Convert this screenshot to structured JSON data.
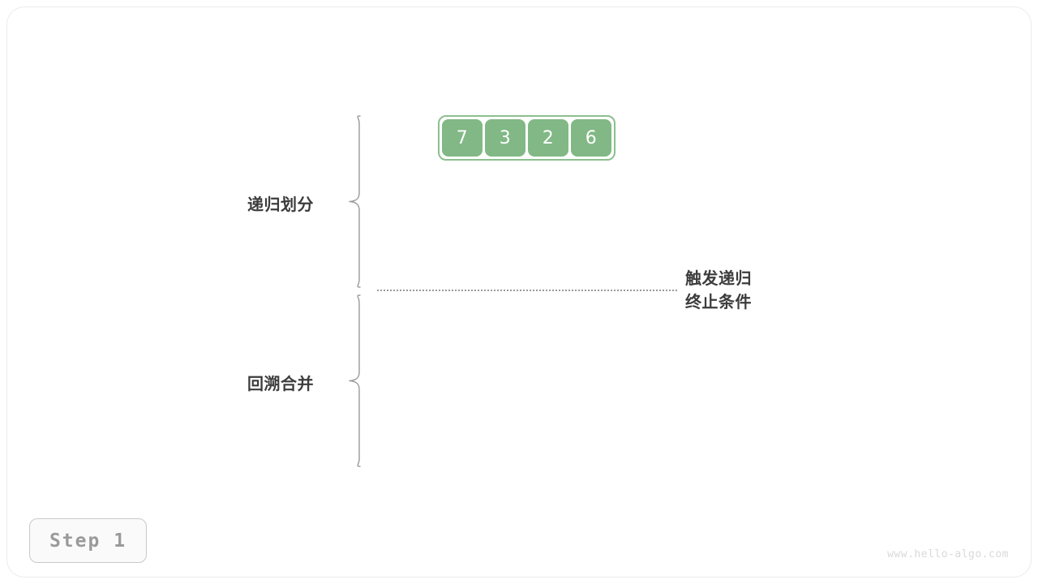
{
  "figure": {
    "title": "merge-sort-step-1",
    "colors": {
      "cell_fill": "#81b885",
      "cell_border": "#8cbf8f",
      "cell_text": "#ffffff",
      "label_text": "#3c3c3c",
      "divider": "#9a9a9a",
      "badge_text": "#9a9a9a",
      "badge_border": "#c9c9c9",
      "watermark": "#d9d9d9",
      "frame_border": "#ebebeb",
      "background": "#ffffff"
    }
  },
  "array": {
    "values": [
      "7",
      "3",
      "2",
      "6"
    ],
    "count": 4
  },
  "sections": [
    {
      "id": "divide",
      "label": "递归划分"
    },
    {
      "id": "merge",
      "label": "回溯合并"
    }
  ],
  "annotation": {
    "line1": "触发递归",
    "line2": "终止条件"
  },
  "step_badge": {
    "label": "Step 1"
  },
  "watermark": {
    "text": "www.hello-algo.com"
  }
}
